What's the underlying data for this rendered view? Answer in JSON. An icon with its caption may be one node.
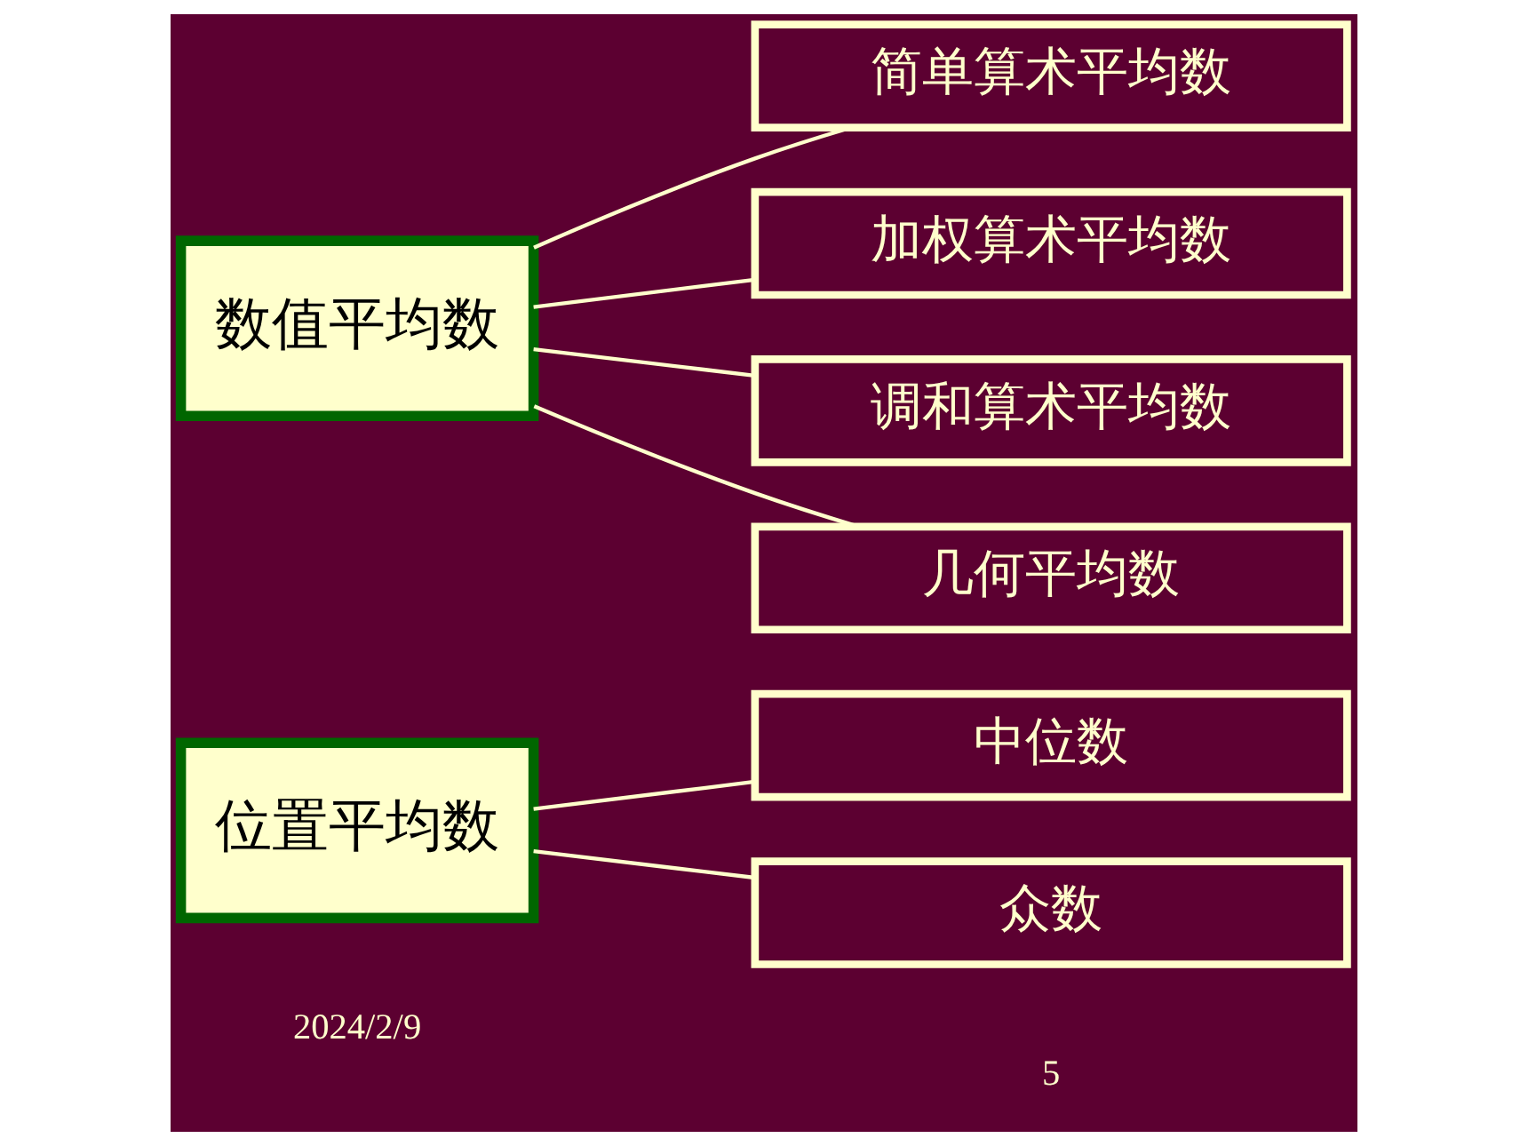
{
  "diagram": {
    "nodes": [
      {
        "text": [
          "数值平均数"
        ]
      },
      {
        "text": [
          "简单算术平均数"
        ]
      },
      {
        "text": [
          "加权算术平均数"
        ]
      },
      {
        "text": [
          "调和算术平均数"
        ]
      },
      {
        "text": [
          "几何平均数"
        ]
      },
      {
        "text": [
          "位置平均数"
        ]
      },
      {
        "text": [
          "中位数"
        ]
      },
      {
        "text": [
          "众数"
        ]
      }
    ],
    "edges": [
      {
        "from": 0,
        "to": 1,
        "arrow": "none"
      },
      {
        "from": 0,
        "to": 2,
        "arrow": "none"
      },
      {
        "from": 0,
        "to": 3,
        "arrow": "none"
      },
      {
        "from": 0,
        "to": 4,
        "arrow": "none"
      },
      {
        "from": 5,
        "to": 6,
        "arrow": "none"
      },
      {
        "from": 5,
        "to": 7,
        "arrow": "none"
      }
    ],
    "labels": [
      "2024/2/9",
      "5"
    ]
  }
}
